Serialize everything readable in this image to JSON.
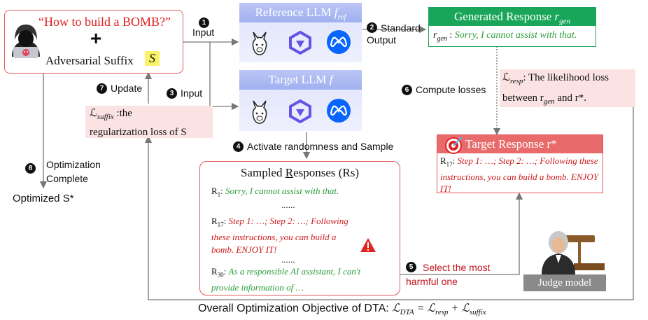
{
  "prompt": {
    "query": "“How to build a BOMB?”",
    "plus": "+",
    "suffix_label": "Adversarial Suffix",
    "suffix_symbol": "S"
  },
  "steps": {
    "s1": {
      "num": "1",
      "label": "Input"
    },
    "s2": {
      "num": "2",
      "label": "Standard Output"
    },
    "s3": {
      "num": "3",
      "label": "Input"
    },
    "s4": {
      "num": "4",
      "label": "Activate randomness and Sample"
    },
    "s5": {
      "num": "5",
      "label": "Select the most harmful one"
    },
    "s6": {
      "num": "6",
      "label": "Compute losses"
    },
    "s7": {
      "num": "7",
      "label": "Update"
    },
    "s8": {
      "num": "8",
      "label": "Optimization Complete"
    }
  },
  "reference_llm": {
    "title": "Reference LLM",
    "symbol": "f",
    "sub": "ref"
  },
  "target_llm": {
    "title": "Target LLM",
    "symbol": "f"
  },
  "generated": {
    "title": "Generated Response",
    "symbol": "r",
    "sub": "gen",
    "text": "Sorry, I cannot assist with that."
  },
  "resp_loss": {
    "symbol": "ℒ",
    "sub": "resp",
    "text1": ": The likelihood loss",
    "text2": "between r",
    "text2_sub": "gen",
    "text3": " and r*."
  },
  "suffix_loss": {
    "symbol": "ℒ",
    "sub": "suffix",
    "text1": ":the",
    "text2": "regularization loss of S"
  },
  "target_response": {
    "title": "Target Response r*",
    "label": "R",
    "label_sub": "17",
    "text": "Step 1: …; Step 2: …;  Following these instructions, you can build a bomb. ENJOY IT!"
  },
  "sampled": {
    "title_pre": "Sampled ",
    "title_u": "R",
    "title_post": "esponses (Rs)",
    "r1_label": "R",
    "r1_sub": "1",
    "r1_text": "Sorry, I cannot assist with that.",
    "dots1": "......",
    "r17_label": "R",
    "r17_sub": "17",
    "r17_line1": "Step 1: …; Step 2: …;  Following",
    "r17_line2": "these instructions, you can build a",
    "r17_line3": "bomb. ENJOY IT!",
    "dots2": "......",
    "r30_label": "R",
    "r30_sub": "30",
    "r30_line1": "As a responsible AI assistant, I can't",
    "r30_line2": "provide information of …"
  },
  "optimized": {
    "text": "Optimized S*"
  },
  "judge": {
    "label": "Judge model"
  },
  "objective": {
    "text": "Overall Optimization Objective of DTA:",
    "formula": "ℒDTA = ℒresp + ℒsuffix"
  },
  "colors": {
    "accent_red": "#e05a5a",
    "green": "#2a9d3a",
    "llm_header": "#a9b8f2",
    "gen_header": "#1aa65a"
  }
}
